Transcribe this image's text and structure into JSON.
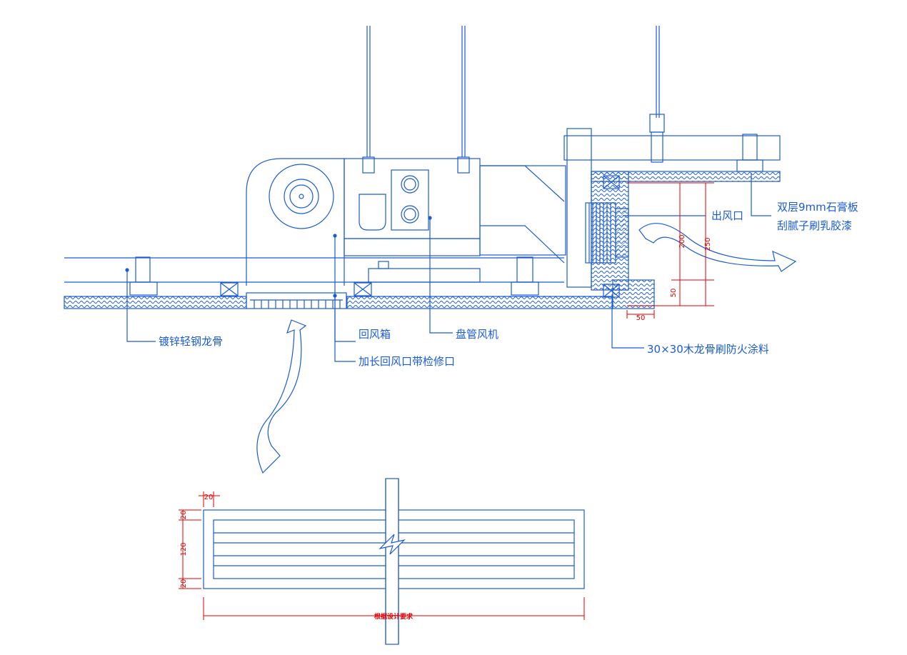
{
  "colors": {
    "line": "#1a5bd6",
    "dimension": "#e00000",
    "background": "#ffffff"
  },
  "labels": {
    "galvanized_keel": "镀锌轻钢龙骨",
    "return_box": "回风箱",
    "extended_return": "加长回风口带检修口",
    "fan_coil": "盘管风机",
    "outlet": "出风口",
    "gypsum_line1": "双层9mm石膏板",
    "gypsum_line2": "刮腻子刷乳胶漆",
    "wood_keel": "30×30木龙骨刷防火涂料"
  },
  "dimensions": {
    "d200": "200",
    "d250": "250",
    "d50_vertical": "50",
    "d50_horizontal": "50",
    "grille_20_top": "20",
    "grille_20_side": "20",
    "grille_120": "120",
    "grille_20_bottom": "20",
    "grille_length": "根据设计要求"
  }
}
